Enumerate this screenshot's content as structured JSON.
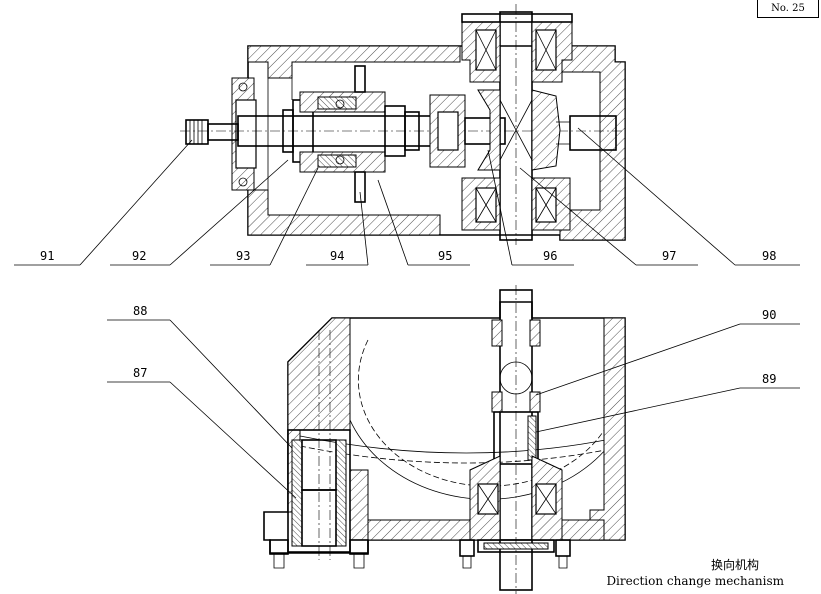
{
  "page_number": "No. 25",
  "caption": {
    "chinese": "换向机构",
    "english": "Direction change mechanism"
  },
  "callouts_top": [
    "91",
    "92",
    "93",
    "94",
    "95",
    "96",
    "97",
    "98"
  ],
  "callouts_bottom": [
    "88",
    "87",
    "90",
    "89"
  ]
}
